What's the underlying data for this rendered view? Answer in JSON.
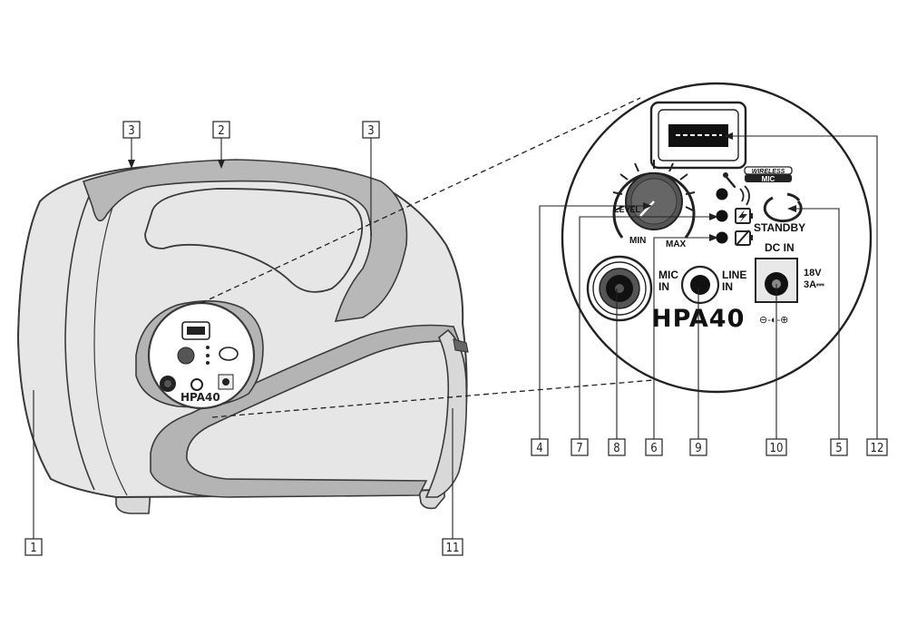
{
  "callouts": [
    {
      "id": "c1",
      "label": "1"
    },
    {
      "id": "c2",
      "label": "2"
    },
    {
      "id": "c3a",
      "label": "3"
    },
    {
      "id": "c3b",
      "label": "3"
    },
    {
      "id": "c4",
      "label": "4"
    },
    {
      "id": "c5",
      "label": "5"
    },
    {
      "id": "c6",
      "label": "6"
    },
    {
      "id": "c7",
      "label": "7"
    },
    {
      "id": "c8",
      "label": "8"
    },
    {
      "id": "c9",
      "label": "9"
    },
    {
      "id": "c10",
      "label": "10"
    },
    {
      "id": "c11",
      "label": "11"
    },
    {
      "id": "c12",
      "label": "12"
    }
  ],
  "panel": {
    "wireless_top": "WIRELESS",
    "wireless_bottom": "MIC",
    "level": "LEVEL",
    "min": "MIN",
    "max": "MAX",
    "standby": "STANDBY",
    "dc_in": "DC IN",
    "mic_in_1": "MIC",
    "mic_in_2": "IN",
    "line_in_1": "LINE",
    "line_in_2": "IN",
    "power_1": "18V",
    "power_2": "3A⎓",
    "brand": "HPA40",
    "polarity": "⊖-◐-⊕"
  },
  "colors": {
    "body": "#e6e6e6",
    "band": "#b4b4b4",
    "outline": "#3a3a3a",
    "grille": "#9a9a9a"
  }
}
